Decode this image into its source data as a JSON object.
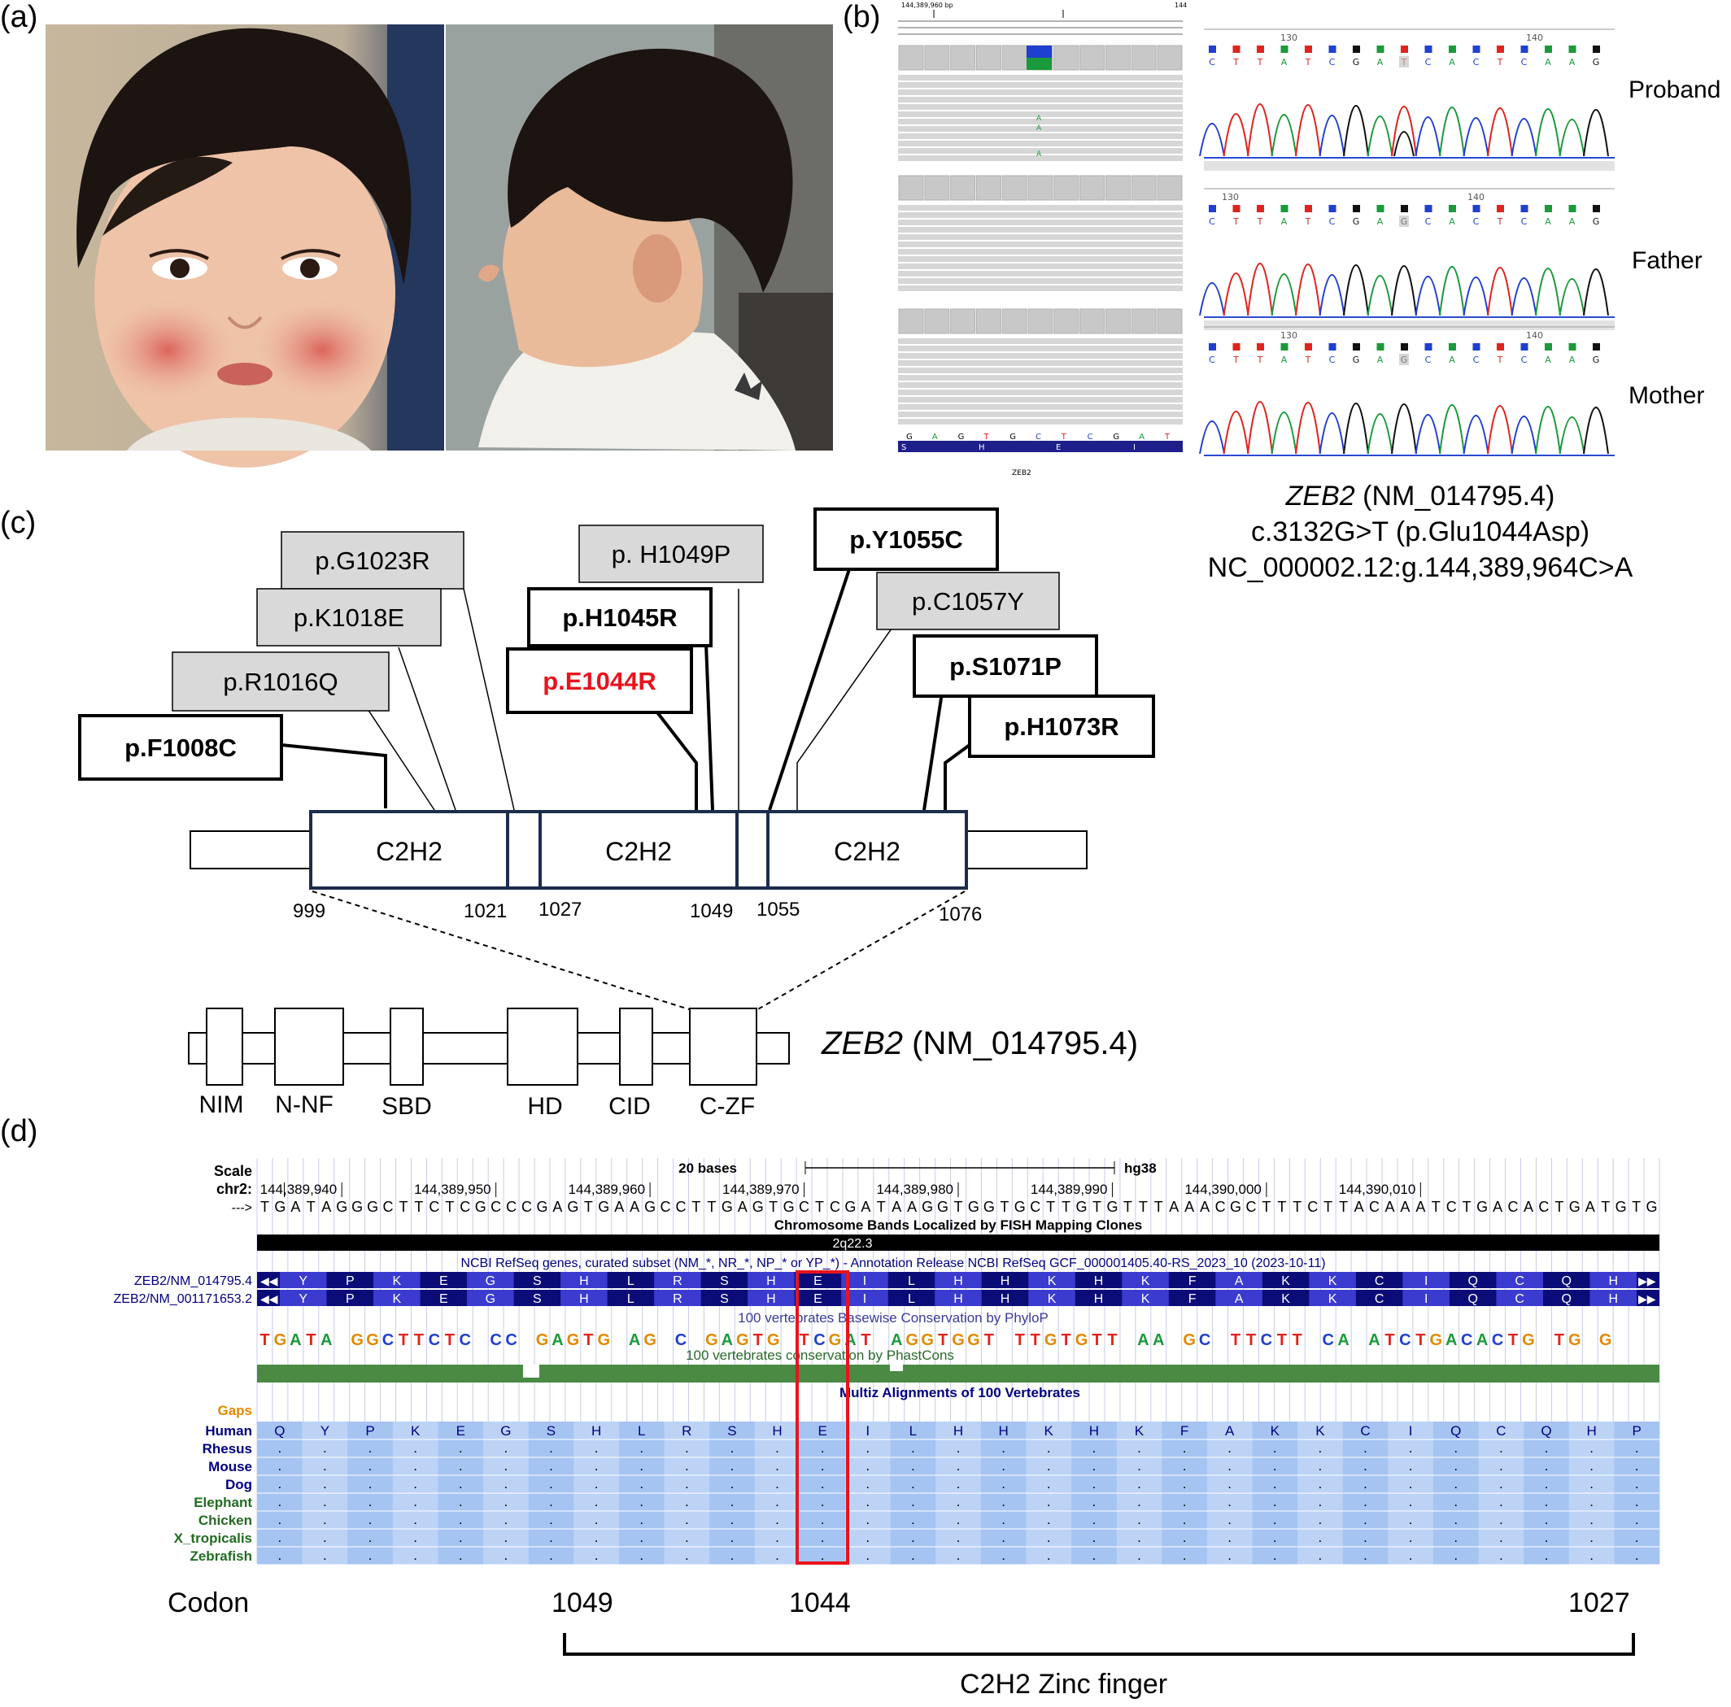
{
  "panels": {
    "a": "(a)",
    "b": "(b)",
    "c": "(c)",
    "d": "(d)"
  },
  "igv": {
    "coord": "144,389,960 bp",
    "coord_right": "144",
    "bases": [
      "G",
      "A",
      "G",
      "T",
      "G",
      "C",
      "T",
      "C",
      "G",
      "A",
      "T"
    ],
    "amino": [
      "S",
      "H",
      "E",
      "I"
    ],
    "gene": "ZEB2",
    "alt_read": "A"
  },
  "sanger": {
    "proband": "Proband",
    "father": "Father",
    "mother": "Mother",
    "tick130": "130",
    "tick140": "140",
    "seq_proband": [
      "C",
      "T",
      "T",
      "A",
      "T",
      "C",
      "G",
      "A",
      "T",
      "C",
      "A",
      "C",
      "T",
      "C",
      "A",
      "A",
      "G"
    ],
    "seq_parent": [
      "C",
      "T",
      "T",
      "A",
      "T",
      "C",
      "G",
      "A",
      "G",
      "C",
      "A",
      "C",
      "T",
      "C",
      "A",
      "A",
      "G"
    ]
  },
  "variant": {
    "gene": "ZEB2",
    "transcript": " (NM_014795.4)",
    "cdna": "c.3132G>T (p.Glu1044Asp)",
    "genomic": "NC_000002.12:g.144,389,964C>A"
  },
  "domain_map": {
    "mutations": [
      {
        "label": "p.G1023R",
        "style": "gray"
      },
      {
        "label": "p. H1049P",
        "style": "gray"
      },
      {
        "label": "p.Y1055C",
        "style": "bold"
      },
      {
        "label": "p.K1018E",
        "style": "gray"
      },
      {
        "label": "p.C1057Y",
        "style": "gray"
      },
      {
        "label": "p.H1045R",
        "style": "bold"
      },
      {
        "label": "p.R1016Q",
        "style": "gray"
      },
      {
        "label": "p.E1044R",
        "style": "red"
      },
      {
        "label": "p.S1071P",
        "style": "bold"
      },
      {
        "label": "p.F1008C",
        "style": "bold"
      },
      {
        "label": "p.H1073R",
        "style": "bold"
      }
    ],
    "zf_label": "C2H2",
    "positions": [
      "999",
      "1021",
      "1027",
      "1049",
      "1055",
      "1076"
    ],
    "gene_italic": "ZEB2",
    "gene_transcript": " (NM_014795.4)",
    "domains": [
      "NIM",
      "N-NF",
      "SBD",
      "HD",
      "CID",
      "C-ZF"
    ]
  },
  "ucsc": {
    "scale": "Scale",
    "chr": "chr2:",
    "arrow": "--->",
    "scale_bar": "20 bases",
    "assembly": "hg38",
    "coords": [
      "144,389,940",
      "144,389,950",
      "144,389,960",
      "144,389,970",
      "144,389,980",
      "144,389,990",
      "144,390,000",
      "144,390,010"
    ],
    "sequence": "TGATAGGGCTTCTCGCCCGAGTGAAGCCTTGAGTGCTCGATAAGGTGGTGCTTGTGTTTAAACGCTTTCTTACAAATCTGACACTGATGTG",
    "bands_title": "Chromosome Bands Localized by FISH Mapping Clones",
    "band": "2q22.3",
    "refseq_title": "NCBI RefSeq genes, curated subset (NM_*, NR_*, NP_* or YP_*) - Annotation Release NCBI RefSeq GCF_000001405.40-RS_2023_10 (2023-10-11)",
    "transcripts": [
      "ZEB2/NM_014795.4",
      "ZEB2/NM_001171653.2"
    ],
    "aa": [
      "Y",
      "P",
      "K",
      "E",
      "G",
      "S",
      "H",
      "L",
      "R",
      "S",
      "H",
      "E",
      "I",
      "L",
      "H",
      "H",
      "K",
      "H",
      "K",
      "F",
      "A",
      "K",
      "K",
      "C",
      "I",
      "Q",
      "C",
      "Q",
      "H"
    ],
    "phylop_title": "100 vertebrates Basewise Conservation by PhyloP",
    "phylop_seq": "TGATA GGCTTCTC CC GAGTG AG C GAGTG TCGAT AGGTGGT TTGTGTT AA GC TTCTT CA ATCTGACACTG TG G",
    "phastcons_title": "100 vertebrates conservation by PhastCons",
    "multiz_title": "Multiz Alignments of 100 Vertebrates",
    "gaps": "Gaps",
    "species": [
      "Human",
      "Rhesus",
      "Mouse",
      "Dog",
      "Elephant",
      "Chicken",
      "X_tropicalis",
      "Zebrafish"
    ],
    "human_aa": [
      "Q",
      "Y",
      "P",
      "K",
      "E",
      "G",
      "S",
      "H",
      "L",
      "R",
      "S",
      "H",
      "E",
      "I",
      "L",
      "H",
      "H",
      "K",
      "H",
      "K",
      "F",
      "A",
      "K",
      "K",
      "C",
      "I",
      "Q",
      "C",
      "Q",
      "H",
      "P"
    ],
    "codon_label": "Codon",
    "codon_1049": "1049",
    "codon_1044": "1044",
    "codon_1027": "1027",
    "zf_caption": "C2H2 Zinc finger"
  },
  "colors": {
    "gray_box": "#d9d9d9",
    "red": "#e8141c",
    "refseq_dark": "#0c0c78",
    "refseq_mid": "#3b3bd0",
    "ucsc_blue_text": "#00007f",
    "species_green": "#226b22",
    "conserv_green": "#4a8a43",
    "multiz_bg": "#a6c4f2"
  }
}
